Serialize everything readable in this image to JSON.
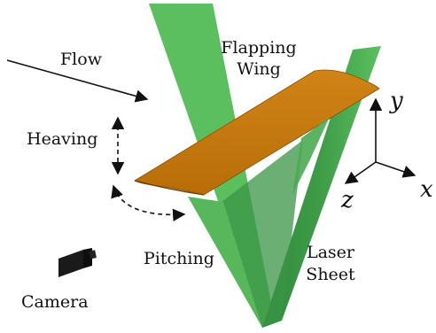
{
  "labels": {
    "flow": "Flow",
    "flapping_wing_line1": "Flapping",
    "flapping_wing_line2": "Wing",
    "heaving": "Heaving",
    "pitching": "Pitching",
    "camera": "Camera",
    "laser_sheet_line1": "Laser",
    "laser_sheet_line2": "Sheet"
  },
  "axes": {
    "x": "x",
    "y": "y",
    "z": "z"
  },
  "colors": {
    "laser_sheet": "#5bbf5e",
    "laser_sheet_dark": "#2f8a3c",
    "wing_top": "#c9790c",
    "wing_edge": "#8a4f05",
    "camera_body": "#1a1a1a",
    "ink": "#111111"
  },
  "icons": {
    "camera": "camera-icon",
    "heaving": "double-arrow-vertical-dashed",
    "pitching": "curved-arrow-dashed"
  }
}
